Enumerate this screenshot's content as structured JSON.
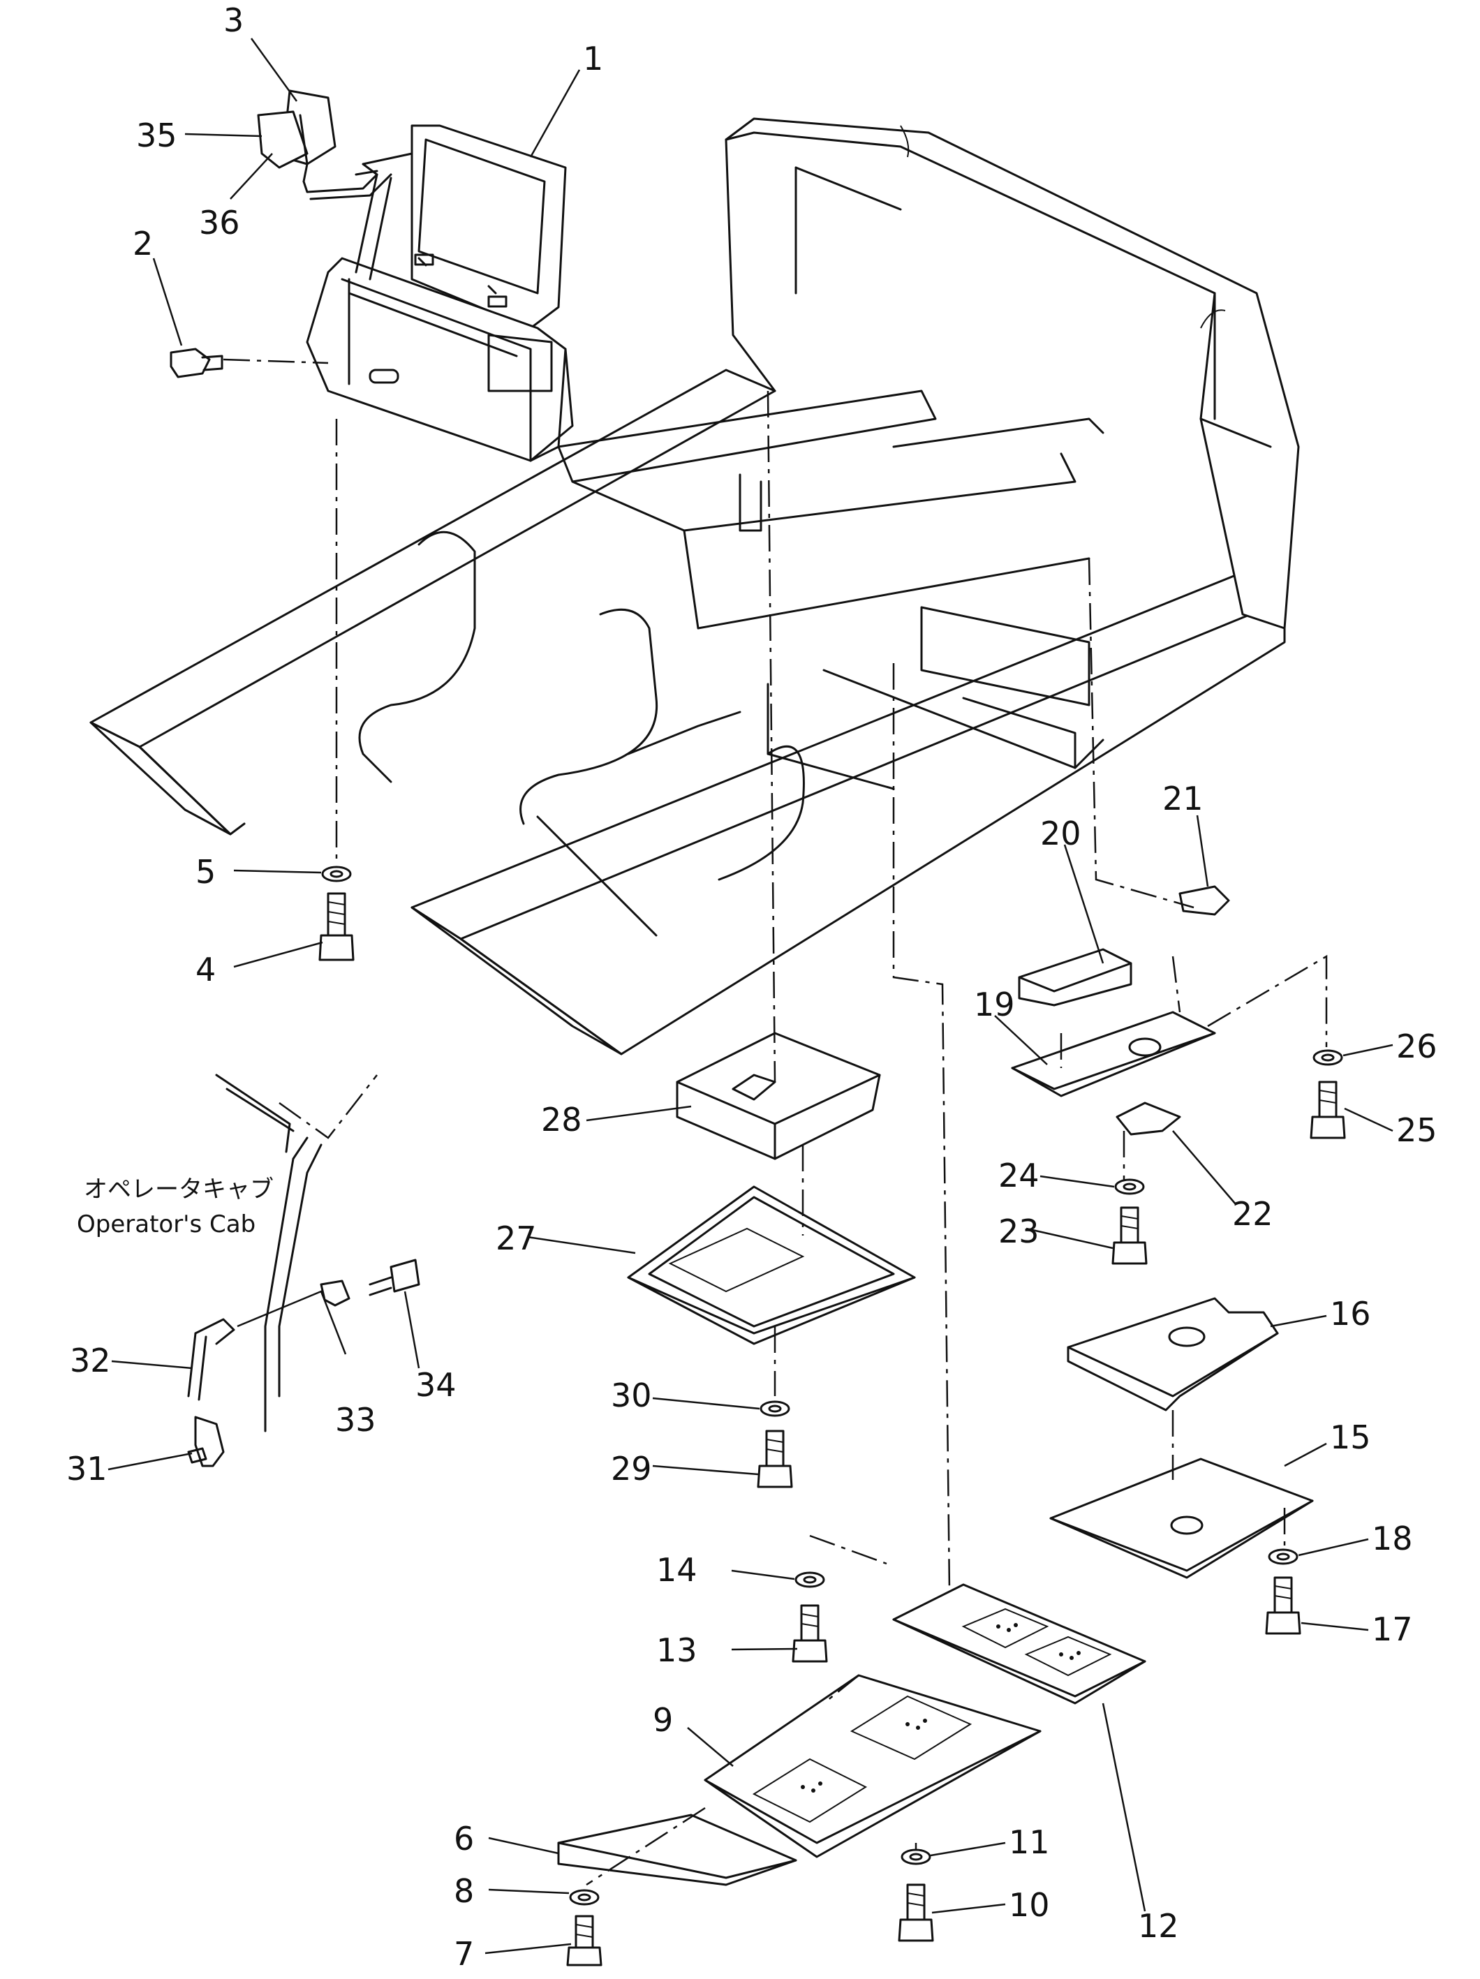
{
  "cab_label": {
    "japanese": "オペレータキャブ",
    "english": "Operator's Cab"
  },
  "callouts": [
    {
      "id": "1",
      "label": "1"
    },
    {
      "id": "2",
      "label": "2"
    },
    {
      "id": "3",
      "label": "3"
    },
    {
      "id": "4",
      "label": "4"
    },
    {
      "id": "5",
      "label": "5"
    },
    {
      "id": "6",
      "label": "6"
    },
    {
      "id": "7",
      "label": "7"
    },
    {
      "id": "8",
      "label": "8"
    },
    {
      "id": "9",
      "label": "9"
    },
    {
      "id": "10",
      "label": "10"
    },
    {
      "id": "11",
      "label": "11"
    },
    {
      "id": "12",
      "label": "12"
    },
    {
      "id": "13",
      "label": "13"
    },
    {
      "id": "14",
      "label": "14"
    },
    {
      "id": "15",
      "label": "15"
    },
    {
      "id": "16",
      "label": "16"
    },
    {
      "id": "17",
      "label": "17"
    },
    {
      "id": "18",
      "label": "18"
    },
    {
      "id": "19",
      "label": "19"
    },
    {
      "id": "20",
      "label": "20"
    },
    {
      "id": "21",
      "label": "21"
    },
    {
      "id": "22",
      "label": "22"
    },
    {
      "id": "23",
      "label": "23"
    },
    {
      "id": "24",
      "label": "24"
    },
    {
      "id": "25",
      "label": "25"
    },
    {
      "id": "26",
      "label": "26"
    },
    {
      "id": "27",
      "label": "27"
    },
    {
      "id": "28",
      "label": "28"
    },
    {
      "id": "29",
      "label": "29"
    },
    {
      "id": "30",
      "label": "30"
    },
    {
      "id": "31",
      "label": "31"
    },
    {
      "id": "32",
      "label": "32"
    },
    {
      "id": "33",
      "label": "33"
    },
    {
      "id": "34",
      "label": "34"
    },
    {
      "id": "35",
      "label": "35"
    },
    {
      "id": "36",
      "label": "36"
    }
  ]
}
